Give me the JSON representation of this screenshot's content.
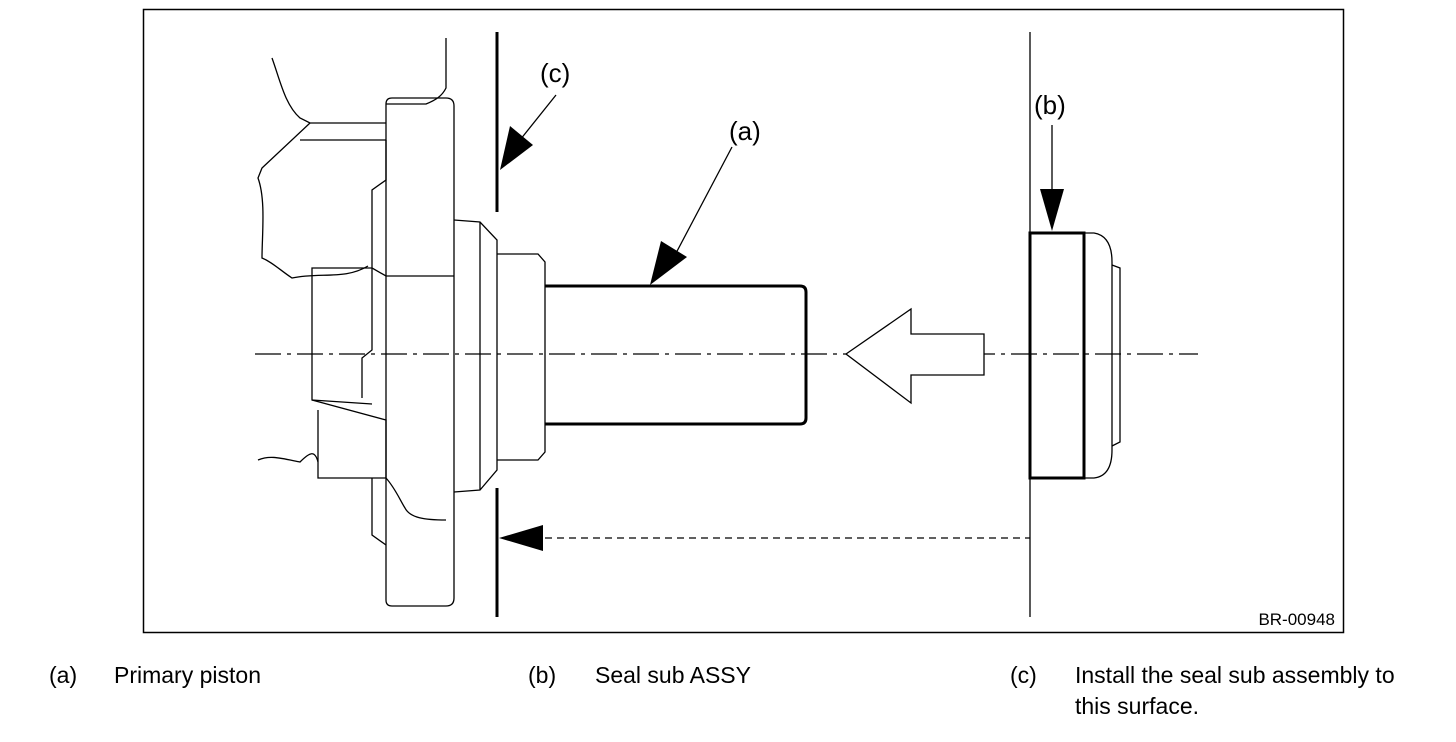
{
  "figure": {
    "id_label": "BR-00948",
    "callouts": {
      "a": "(a)",
      "b": "(b)",
      "c": "(c)"
    }
  },
  "legend": [
    {
      "key": "(a)",
      "text": "Primary piston"
    },
    {
      "key": "(b)",
      "text": "Seal sub ASSY"
    },
    {
      "key": "(c)",
      "text_line1": "Install the seal sub assembly to",
      "text_line2": "this surface."
    }
  ]
}
